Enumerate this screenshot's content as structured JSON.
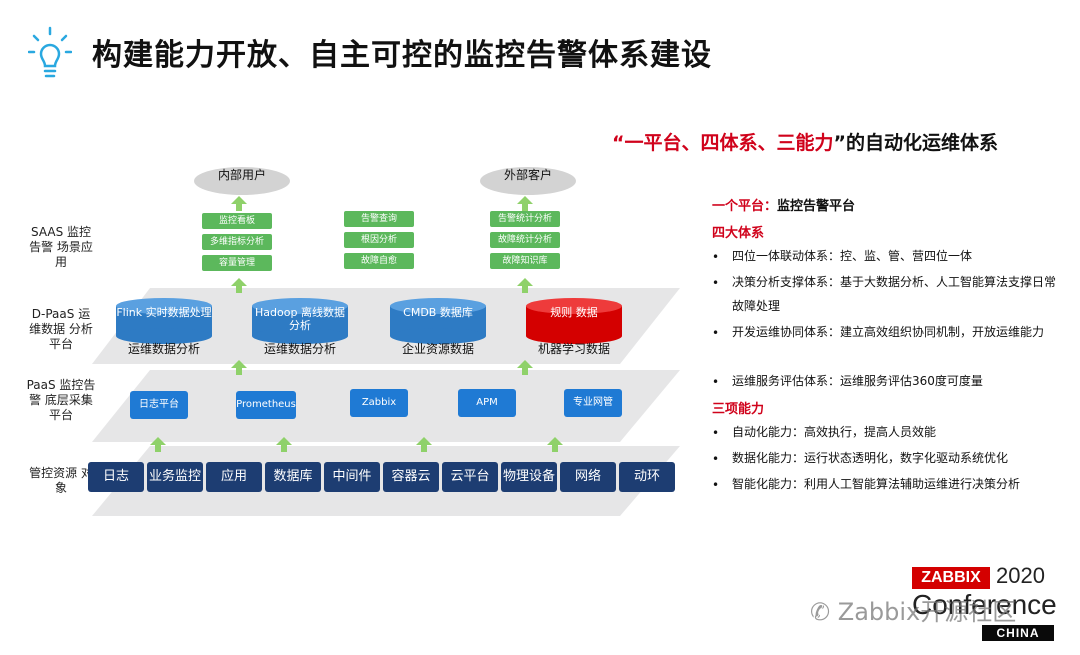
{
  "title": "构建能力开放、自主可控的监控告警体系建设",
  "subtitle": {
    "prefix": "“",
    "highlight": "一平台、四体系、三能力",
    "suffix": "”的自动化运维体系"
  },
  "colors": {
    "accent_red": "#d0021b",
    "green": "#5cb85c",
    "blue": "#1f7ad4",
    "navy": "#1d3d72",
    "db_blue": "#2e7bc4",
    "db_red": "#d40000"
  },
  "level_labels": {
    "saas": "SAAS 监控告警 场景应用",
    "dpaas": "D-PaaS 运维数据 分析平台",
    "paas": "PaaS 监控告警 底层采集 平台",
    "resources": "管控资源 对象"
  },
  "users": {
    "internal": "内部用户",
    "external": "外部客户"
  },
  "saas_columns": [
    [
      "监控看板",
      "多维指标分析",
      "容量管理"
    ],
    [
      "告警查询",
      "根因分析",
      "故障自愈"
    ],
    [
      "告警统计分析",
      "故障统计分析",
      "故障知识库"
    ]
  ],
  "databases": [
    {
      "name": "Flink 实时数据处理",
      "caption": "运维数据分析",
      "color": "blue"
    },
    {
      "name": "Hadoop 离线数据分析",
      "caption": "运维数据分析",
      "color": "blue"
    },
    {
      "name": "CMDB 数据库",
      "caption": "企业资源数据",
      "color": "blue"
    },
    {
      "name": "规则 数据",
      "caption": "机器学习数据",
      "color": "red"
    }
  ],
  "paas_items": [
    "日志平台",
    "Prometheus",
    "Zabbix",
    "APM",
    "专业网管"
  ],
  "resources": [
    "日志",
    "业务监控",
    "应用",
    "数据库",
    "中间件",
    "容器云",
    "云平台",
    "物理设备",
    "网络",
    "动环"
  ],
  "right_panel": {
    "platform_head": "一个平台：",
    "platform_value": "监控告警平台",
    "systems_head": "四大体系",
    "systems": [
      "四位一体联动体系：控、监、管、营四位一体",
      "决策分析支撑体系：基于大数据分析、人工智能算法支撑日常故障处理",
      "开发运维协同体系：建立高效组织协同机制，开放运维能力",
      "运维服务评估体系：运维服务评估360度可度量"
    ],
    "abilities_head": "三项能力",
    "abilities": [
      "自动化能力：高效执行，提高人员效能",
      "数据化能力：运行状态透明化，数字化驱动系统优化",
      "智能化能力：利用人工智能算法辅助运维进行决策分析"
    ]
  },
  "logo": {
    "brand": "ZABBIX",
    "year": "2020",
    "line": "Conference",
    "region": "CHINA"
  },
  "watermark": "Zabbix开源社区"
}
